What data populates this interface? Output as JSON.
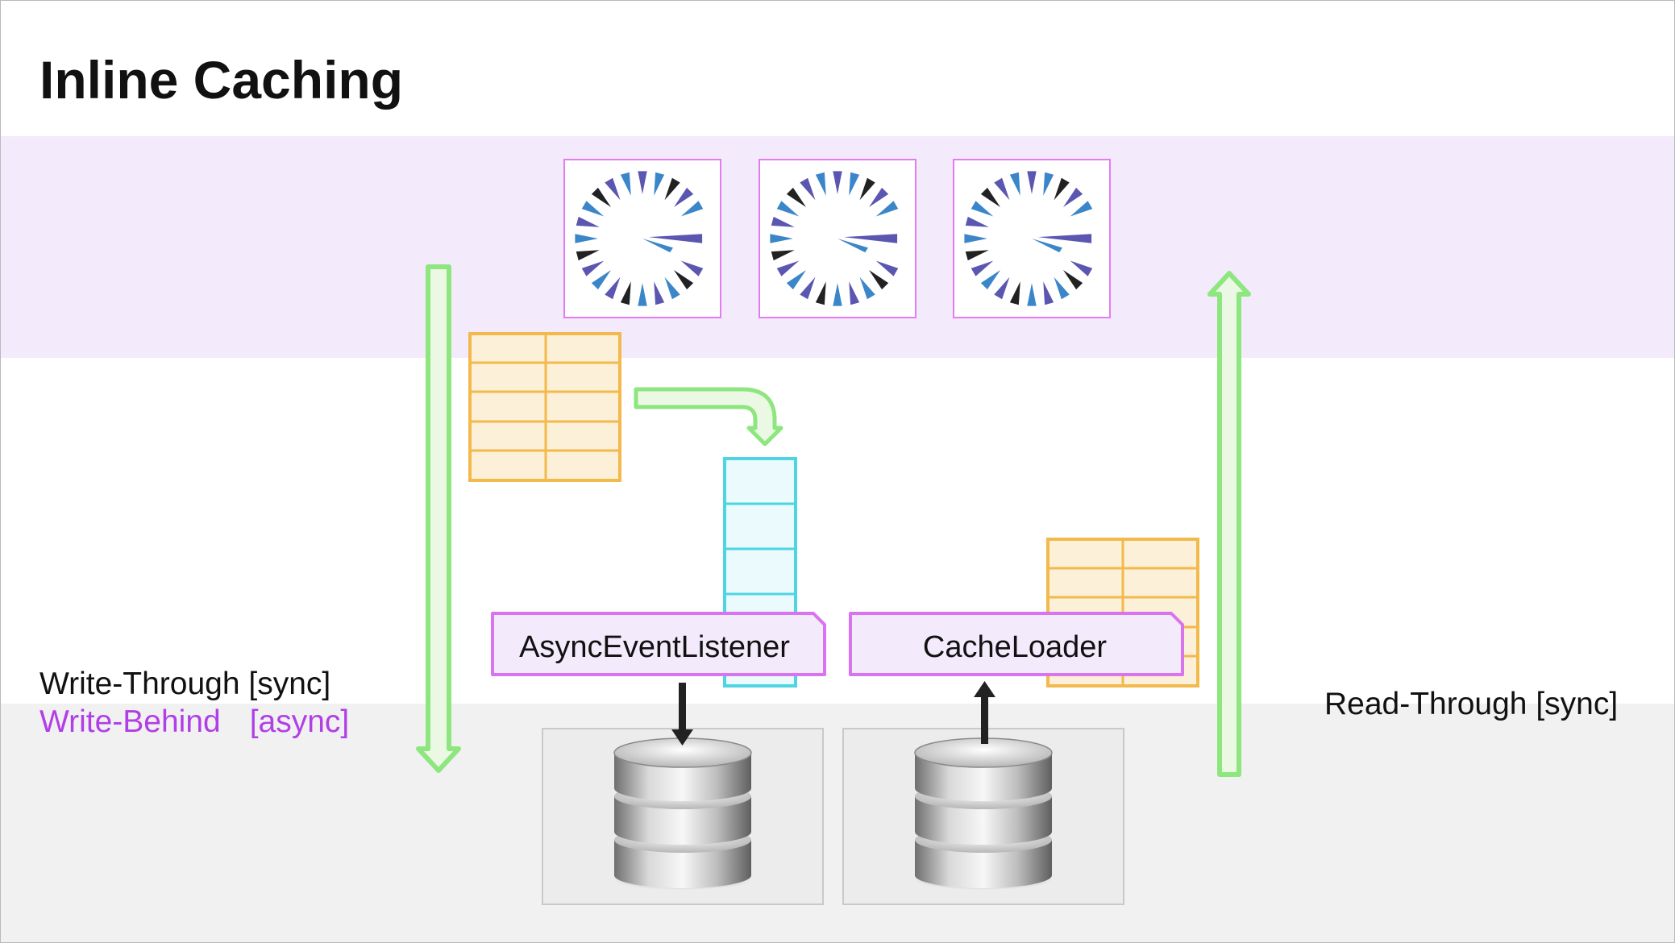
{
  "title": "Inline Caching",
  "labels": {
    "write_through": "Write-Through [sync]",
    "write_behind": "Write-Behind",
    "write_behind_mode": "[async]",
    "read_through": "Read-Through [sync]"
  },
  "components": {
    "async_event_listener": "AsyncEventListener",
    "cache_loader": "CacheLoader"
  },
  "colors": {
    "top_band": "#f3eafc",
    "bottom_band": "#f1f1f1",
    "arrow_green": "#8ee67f",
    "write_behind_purple": "#b03fe6",
    "box_border": "#d874f0",
    "table_orange": "#f2b94c",
    "queue_cyan": "#4fd4e4"
  },
  "icons": [
    "server-node-icon",
    "data-table-icon",
    "event-queue-icon",
    "database-icon",
    "arrow-icon"
  ]
}
